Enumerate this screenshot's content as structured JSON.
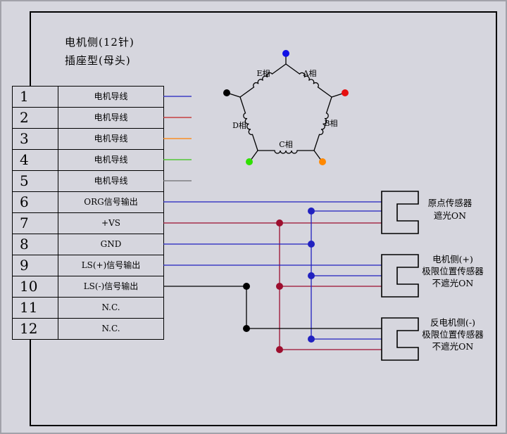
{
  "title": {
    "line1": "电机侧(12针)",
    "line2": "插座型(母头)"
  },
  "connector_table": {
    "rows": [
      {
        "pin": "1",
        "label": "电机导线"
      },
      {
        "pin": "2",
        "label": "电机导线"
      },
      {
        "pin": "3",
        "label": "电机导线"
      },
      {
        "pin": "4",
        "label": "电机导线"
      },
      {
        "pin": "5",
        "label": "电机导线"
      },
      {
        "pin": "6",
        "label": "ORG信号输出"
      },
      {
        "pin": "7",
        "label": "+VS"
      },
      {
        "pin": "8",
        "label": "GND"
      },
      {
        "pin": "9",
        "label": "LS(+)信号输出"
      },
      {
        "pin": "10",
        "label": "LS(-)信号输出"
      },
      {
        "pin": "11",
        "label": "N.C."
      },
      {
        "pin": "12",
        "label": "N.C."
      }
    ]
  },
  "motor": {
    "phases": [
      {
        "label": "A相"
      },
      {
        "label": "B相"
      },
      {
        "label": "C相"
      },
      {
        "label": "D相"
      },
      {
        "label": "E相"
      }
    ]
  },
  "sensors": [
    {
      "lines": [
        "原点传感器",
        "遮光ON"
      ]
    },
    {
      "lines": [
        "电机侧(+)",
        "极限位置传感器",
        "不遮光ON"
      ]
    },
    {
      "lines": [
        "反电机侧(-)",
        "极限位置传感器",
        "不遮光ON"
      ]
    }
  ],
  "colors": {
    "lead_blue": "#2121c0",
    "lead_red": "#c42222",
    "lead_orange": "#ff8000",
    "lead_green": "#38c414",
    "lead_gray": "#6e6e6e",
    "signal_blue": "#2121c0",
    "power_red": "#9d0e2e",
    "wire_black": "#000000",
    "terminal_blue": "#1010e6",
    "terminal_red": "#e61010",
    "terminal_orange": "#ff8800",
    "terminal_green": "#30e000",
    "terminal_black": "#000000"
  }
}
